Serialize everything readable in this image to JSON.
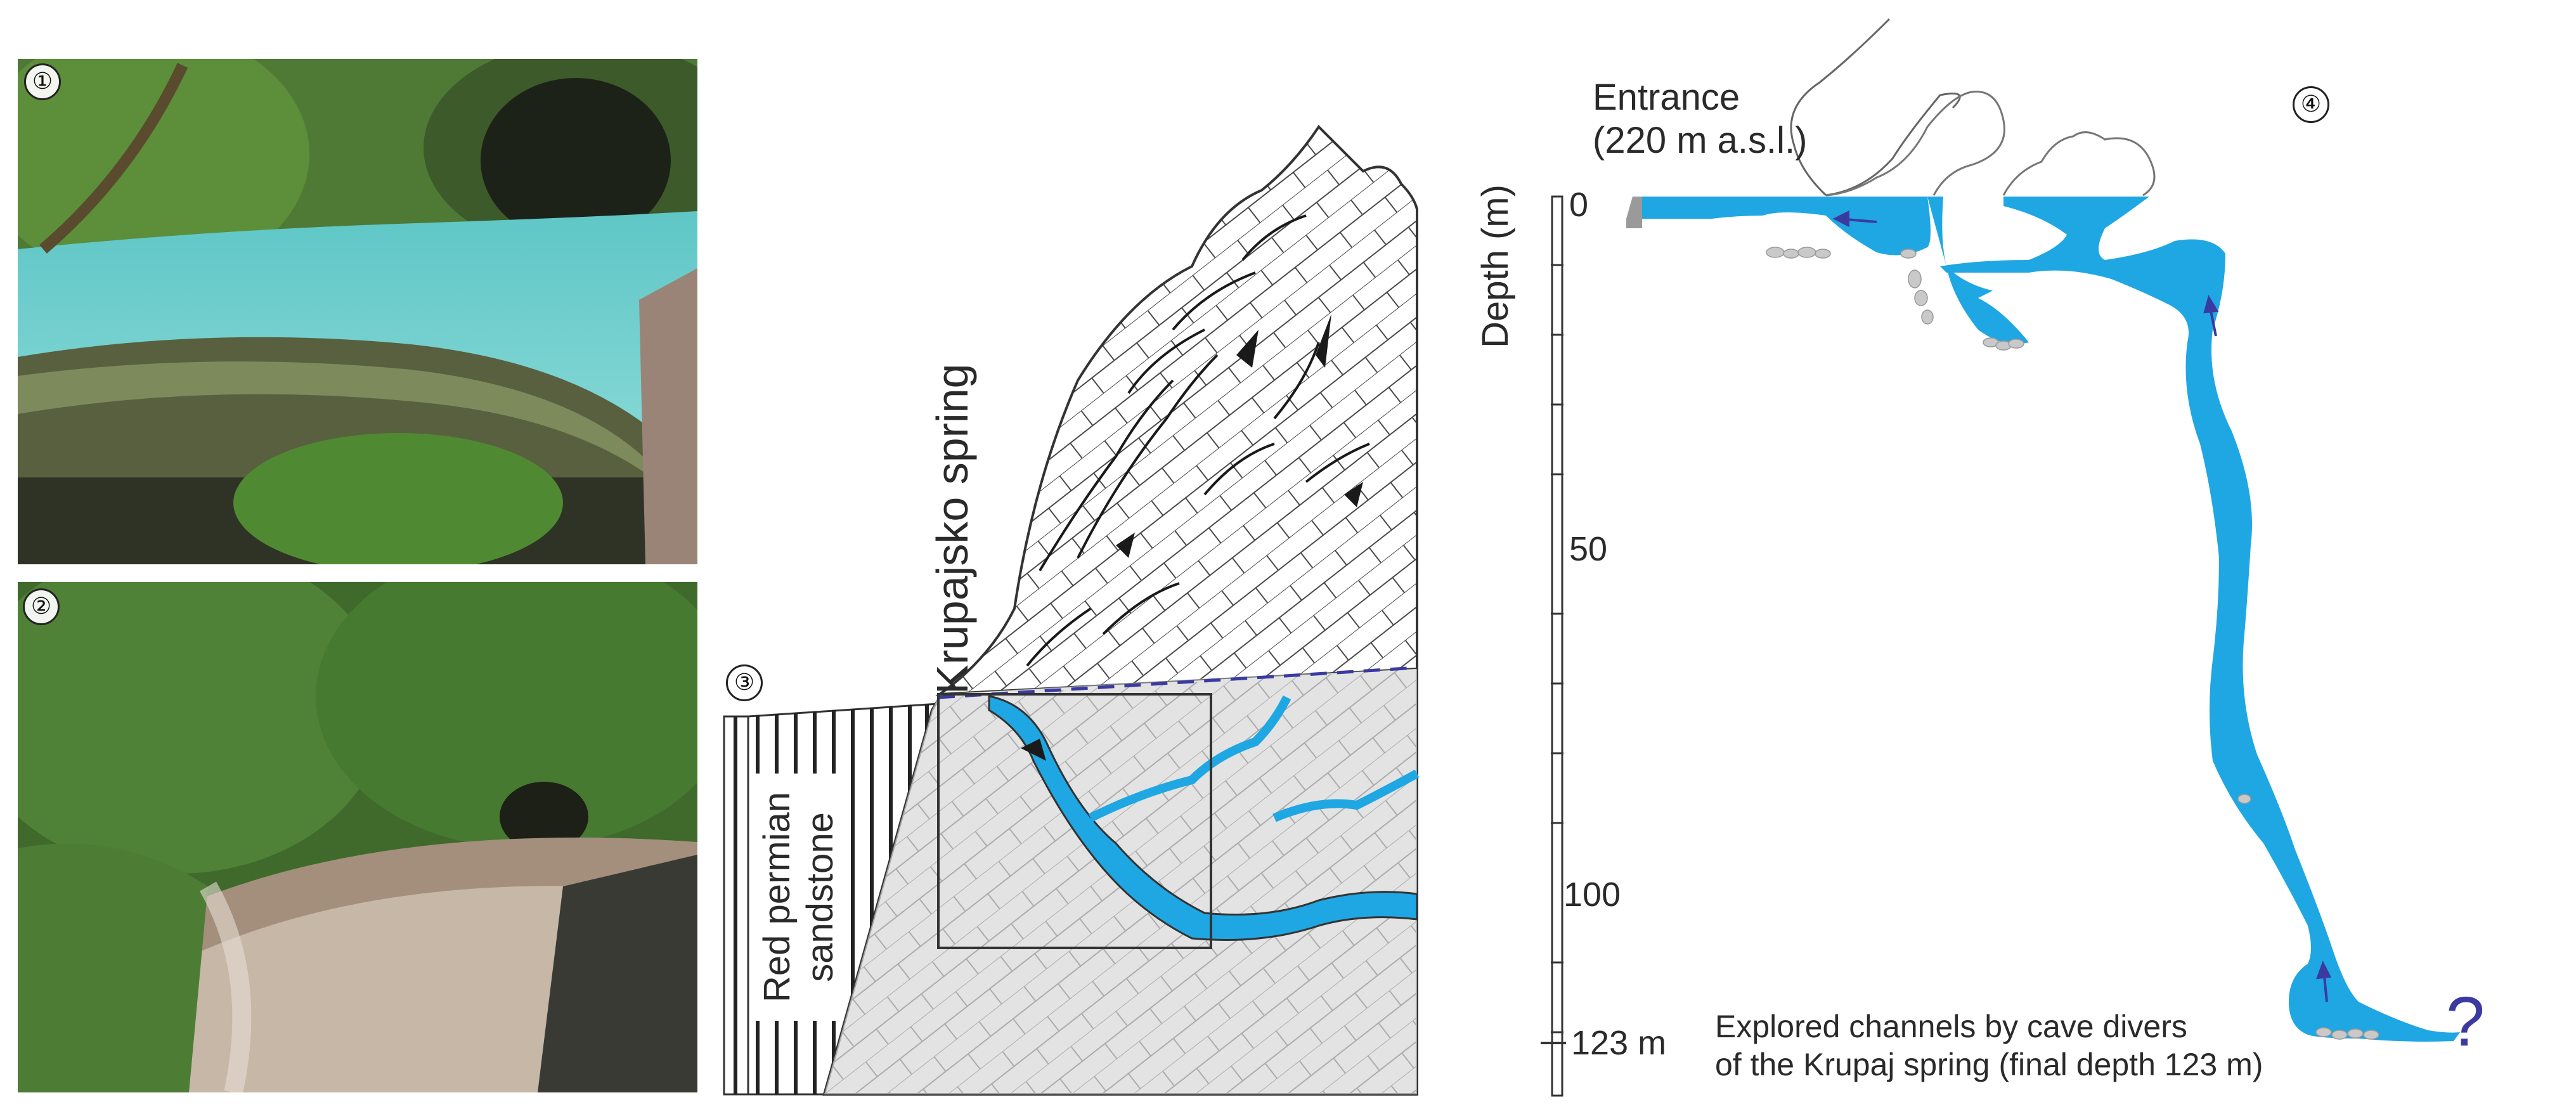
{
  "panels": {
    "p1": "①",
    "p2": "②",
    "p3": "③",
    "p4": "④"
  },
  "labels": {
    "spring": "Krupajsko spring",
    "rock_line1": "Red permian",
    "rock_line2": "sandstone",
    "entrance_line1": "Entrance",
    "entrance_line2": "(220 m a.s.l.)",
    "caption_line1": "Explored channels by cave divers",
    "caption_line2": "of the Krupaj spring (final depth 123 m)",
    "unknown": "?"
  },
  "depth_axis": {
    "title": "Depth (m)",
    "ticks": [
      {
        "value": 0,
        "label": "0"
      },
      {
        "value": 50,
        "label": "50"
      },
      {
        "value": 100,
        "label": "100"
      },
      {
        "value": 123,
        "label": "123 m"
      }
    ],
    "max_depth": 123
  },
  "colors": {
    "water": "#1fa7e3",
    "limestone_fill": "#f4f4f4",
    "shaded_limestone": "#e3e3e3",
    "outline": "#333333",
    "flow_arrow": "#3b3aa0"
  }
}
